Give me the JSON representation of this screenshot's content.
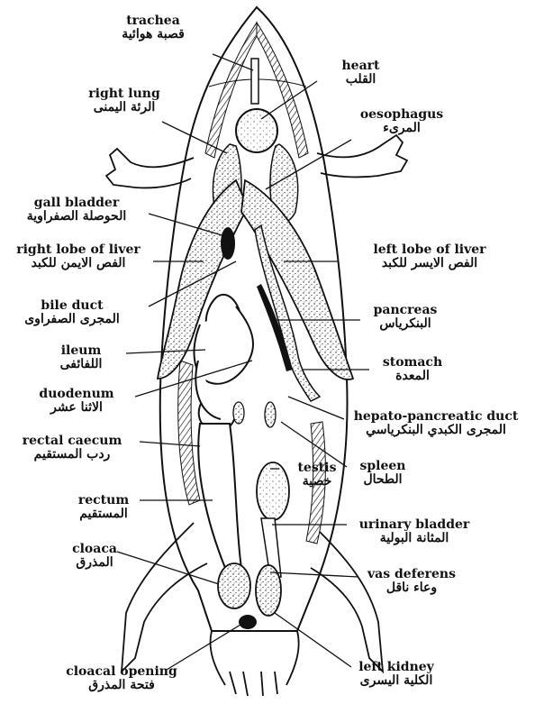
{
  "labels": [
    {
      "key": "trachea",
      "en": "trachea",
      "ar": "قصبة هوائية"
    },
    {
      "key": "heart",
      "en": "heart",
      "ar": "القلب"
    },
    {
      "key": "right_lung",
      "en": "right lung",
      "ar": "الرئة اليمنى"
    },
    {
      "key": "oesophagus",
      "en": "oesophagus",
      "ar": "المرىء"
    },
    {
      "key": "gall_bladder",
      "en": "gall bladder",
      "ar": "الحوصلة الصفراوية"
    },
    {
      "key": "right_lobe_liver",
      "en": "right lobe of liver",
      "ar": "الفص الايمن للكبد"
    },
    {
      "key": "left_lobe_liver",
      "en": "left lobe of liver",
      "ar": "الفص الايسر للكبد"
    },
    {
      "key": "bile_duct",
      "en": "bile duct",
      "ar": "المجرى الصفراوى"
    },
    {
      "key": "pancreas",
      "en": "pancreas",
      "ar": "البنكرياس"
    },
    {
      "key": "ileum",
      "en": "ileum",
      "ar": "اللفائفى"
    },
    {
      "key": "stomach",
      "en": "stomach",
      "ar": "المعدة"
    },
    {
      "key": "duodenum",
      "en": "duodenum",
      "ar": "الاثنا عشر"
    },
    {
      "key": "hepato_pancreatic_duct",
      "en": "hepato-pancreatic duct",
      "ar": "المجرى الكبدي البنكرياسي"
    },
    {
      "key": "rectal_caecum",
      "en": "rectal caecum",
      "ar": "ردب المستقيم"
    },
    {
      "key": "spleen",
      "en": "spleen",
      "ar": "الطحال"
    },
    {
      "key": "testis",
      "en": "testis",
      "ar": "خصية"
    },
    {
      "key": "rectum",
      "en": "rectum",
      "ar": "المستقيم"
    },
    {
      "key": "urinary_bladder",
      "en": "urinary bladder",
      "ar": "المثانة البولية"
    },
    {
      "key": "cloaca",
      "en": "cloaca",
      "ar": "المذرق"
    },
    {
      "key": "vas_deferens",
      "en": "vas deferens",
      "ar": "وعاء ناقل"
    },
    {
      "key": "left_kidney",
      "en": "left kidney",
      "ar": "الكلية اليسرى"
    },
    {
      "key": "cloacal_opening",
      "en": "cloacal opening",
      "ar": "فتحة المذرق"
    }
  ]
}
